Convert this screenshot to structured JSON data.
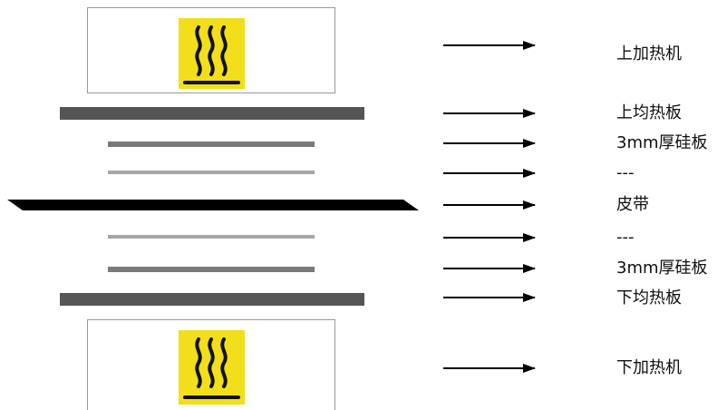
{
  "labels": {
    "upper_heater": "上加热机",
    "upper_plate": "上均热板",
    "silicone_top": "3mm厚硅板",
    "gap_top": "---",
    "belt": "皮带",
    "gap_bottom": "---",
    "silicone_bottom": "3mm厚硅板",
    "lower_plate": "下均热板",
    "lower_heater": "下加热机"
  },
  "icons": {
    "upper_heater": "hot-surface-warning-icon",
    "lower_heater": "hot-surface-warning-icon"
  },
  "colors": {
    "warning_yellow": "#f2df1a",
    "plate_dark": "#555555",
    "silicone_mid": "#7a7a7a",
    "gap_light": "#a6a6a6",
    "belt_black": "#000000"
  }
}
